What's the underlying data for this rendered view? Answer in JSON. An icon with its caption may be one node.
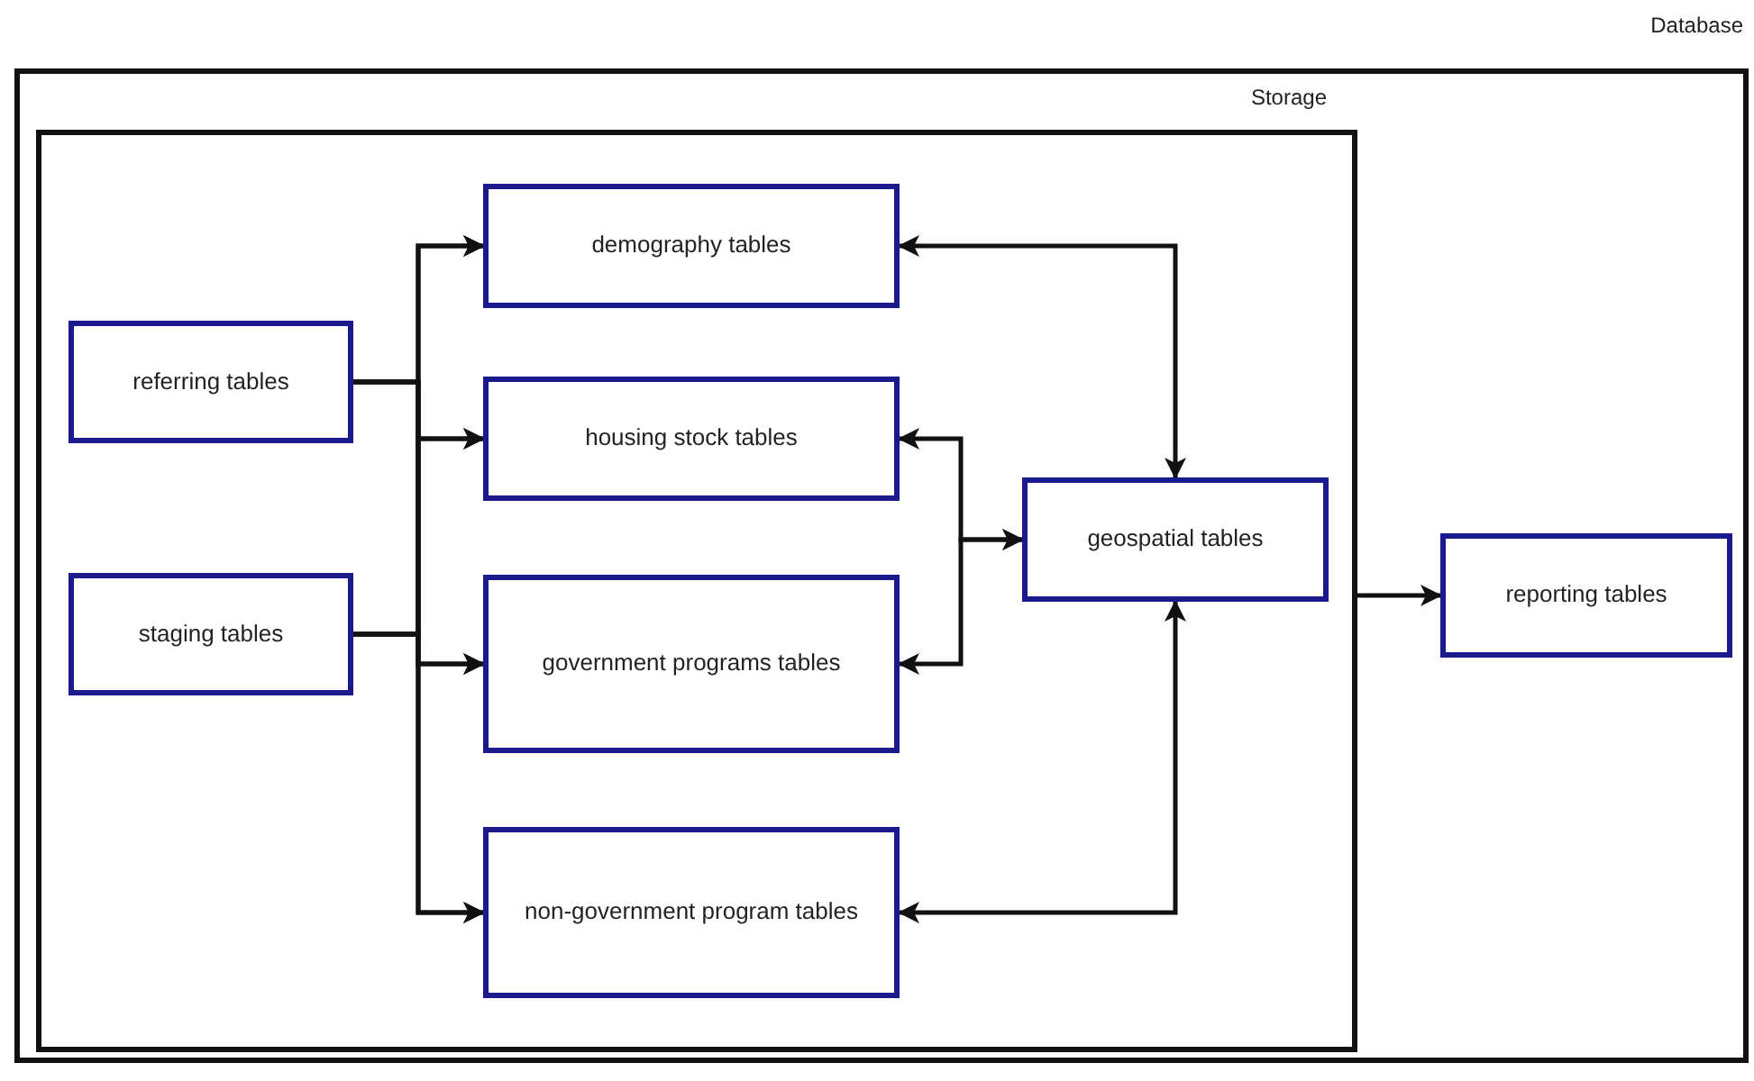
{
  "diagram": {
    "nodes": [
      {
        "text": [
          "Database"
        ]
      },
      {
        "text": [
          "Storage"
        ],
        "in": 0
      },
      {
        "text": [
          "referring tables"
        ],
        "in": 1
      },
      {
        "text": [
          "staging tables"
        ],
        "in": 1
      },
      {
        "text": [
          "demography tables"
        ],
        "in": 1
      },
      {
        "text": [
          "housing stock tables"
        ],
        "in": 1
      },
      {
        "text": [
          "government programs tables"
        ],
        "in": 1
      },
      {
        "text": [
          "non-government program tables"
        ],
        "in": 1
      },
      {
        "text": [
          "geospatial tables"
        ],
        "in": 1
      },
      {
        "text": [
          "reporting tables"
        ],
        "in": 0
      }
    ],
    "edges": [
      {
        "from": 2,
        "to": 4,
        "arrow": "to"
      },
      {
        "from": 2,
        "to": 5,
        "arrow": "to"
      },
      {
        "from": 2,
        "to": 6,
        "arrow": "to"
      },
      {
        "from": 2,
        "to": 7,
        "arrow": "to"
      },
      {
        "from": 3,
        "to": 4,
        "arrow": "to"
      },
      {
        "from": 3,
        "to": 5,
        "arrow": "to"
      },
      {
        "from": 3,
        "to": 6,
        "arrow": "to"
      },
      {
        "from": 3,
        "to": 7,
        "arrow": "to"
      },
      {
        "from": 4,
        "to": 8,
        "arrow": "both"
      },
      {
        "from": 5,
        "to": 8,
        "arrow": "both"
      },
      {
        "from": 6,
        "to": 8,
        "arrow": "both"
      },
      {
        "from": 7,
        "to": 8,
        "arrow": "both"
      },
      {
        "from": 1,
        "to": 9,
        "arrow": "to"
      }
    ]
  }
}
